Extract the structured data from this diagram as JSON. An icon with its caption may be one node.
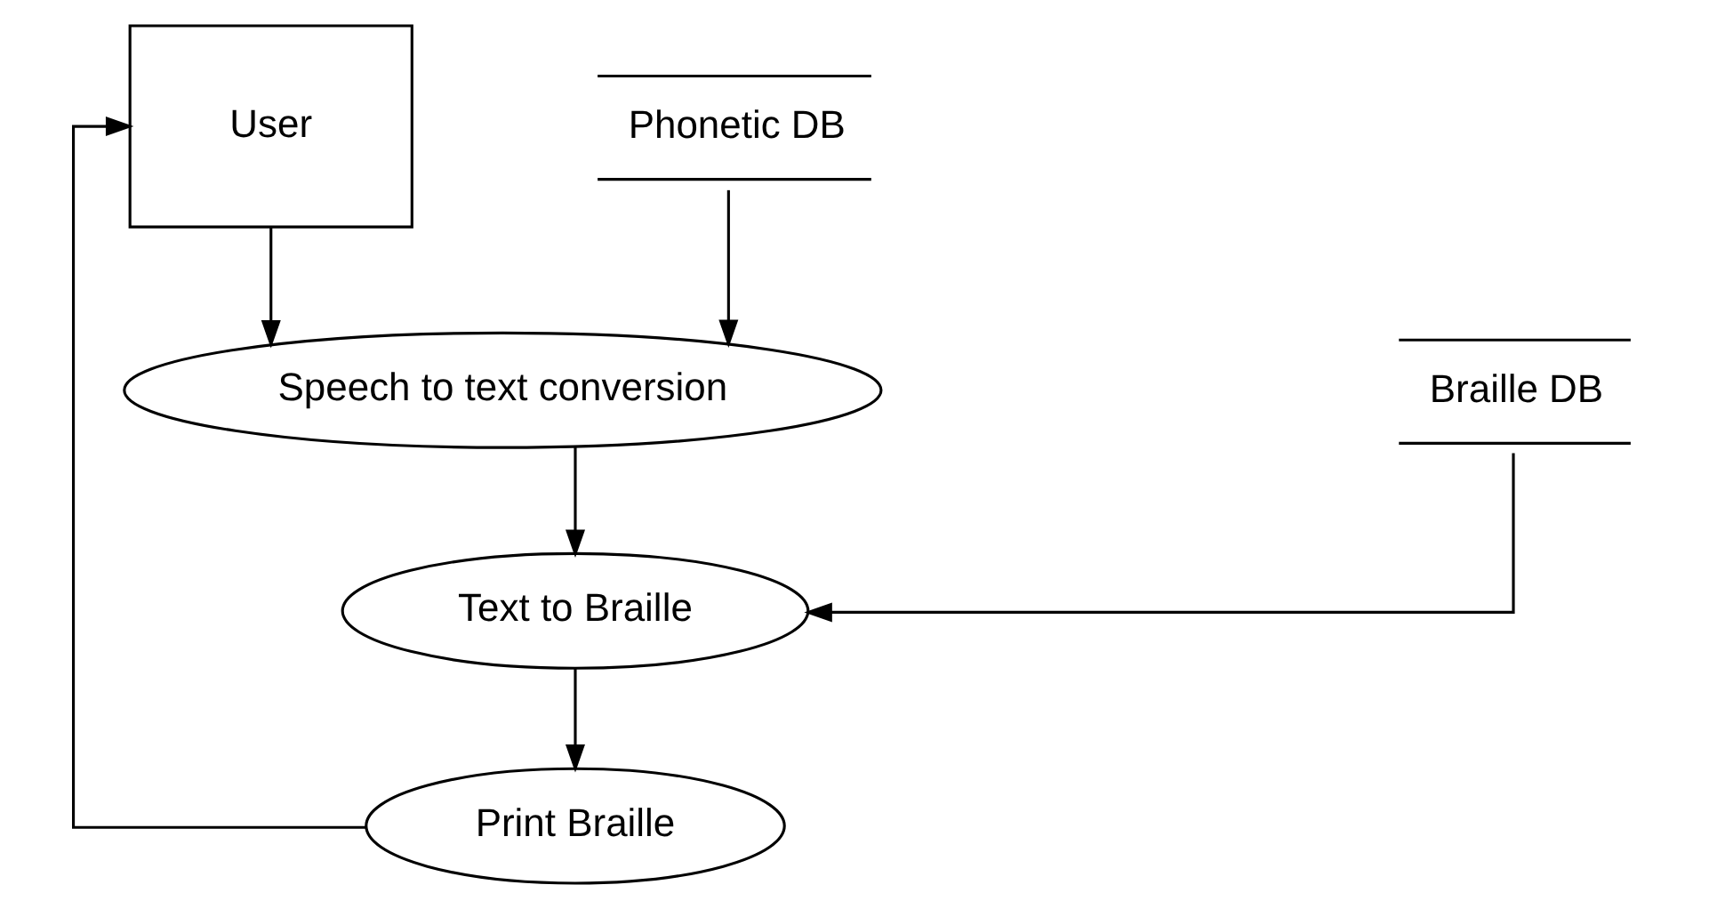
{
  "diagram": {
    "nodes": [
      {
        "text": [
          "User"
        ]
      },
      {
        "text": [
          "Phonetic DB"
        ]
      },
      {
        "text": [
          "Braille DB"
        ]
      },
      {
        "text": [
          "Speech to text conversion"
        ]
      },
      {
        "text": [
          "Text to Braille"
        ]
      },
      {
        "text": [
          "Print Braille"
        ]
      }
    ],
    "edges": [
      {
        "from": 0,
        "to": 3,
        "arrow": "to"
      },
      {
        "from": 1,
        "to": 3,
        "arrow": "to"
      },
      {
        "from": 3,
        "to": 4,
        "arrow": "to"
      },
      {
        "from": 2,
        "to": 4,
        "arrow": "to"
      },
      {
        "from": 4,
        "to": 5,
        "arrow": "to"
      },
      {
        "from": 5,
        "to": 0,
        "arrow": "to"
      }
    ]
  }
}
